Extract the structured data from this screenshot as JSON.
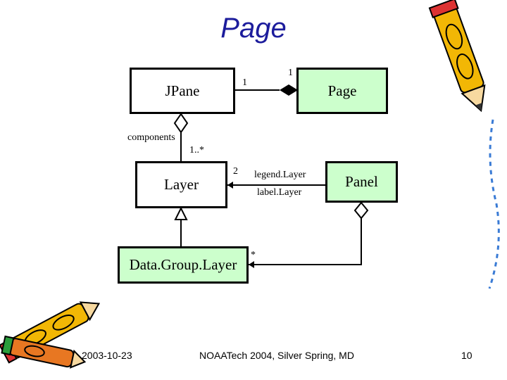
{
  "title": "Page",
  "boxes": {
    "jpane": "JPane",
    "page": "Page",
    "layer": "Layer",
    "panel": "Panel",
    "data_group_layer": "Data.Group.Layer"
  },
  "labels": {
    "jpane_page_mult_left": "1",
    "jpane_page_mult_right": "1",
    "components": "components",
    "components_mult": "1..*",
    "layer_mult": "2",
    "legend_layer": "legend.Layer",
    "label_layer": "label.Layer",
    "panel_mult": "*"
  },
  "footer": {
    "date": "2003-10-23",
    "event": "NOAATech 2004, Silver Spring, MD",
    "page_number": "10"
  },
  "colors": {
    "title": "#1c1c9c",
    "box_green": "#ccffcc",
    "box_white": "#ffffff"
  },
  "icons": [
    "pencil-clipart",
    "pencils-clipart",
    "diamond-aggregation-icon",
    "inheritance-triangle-icon"
  ]
}
